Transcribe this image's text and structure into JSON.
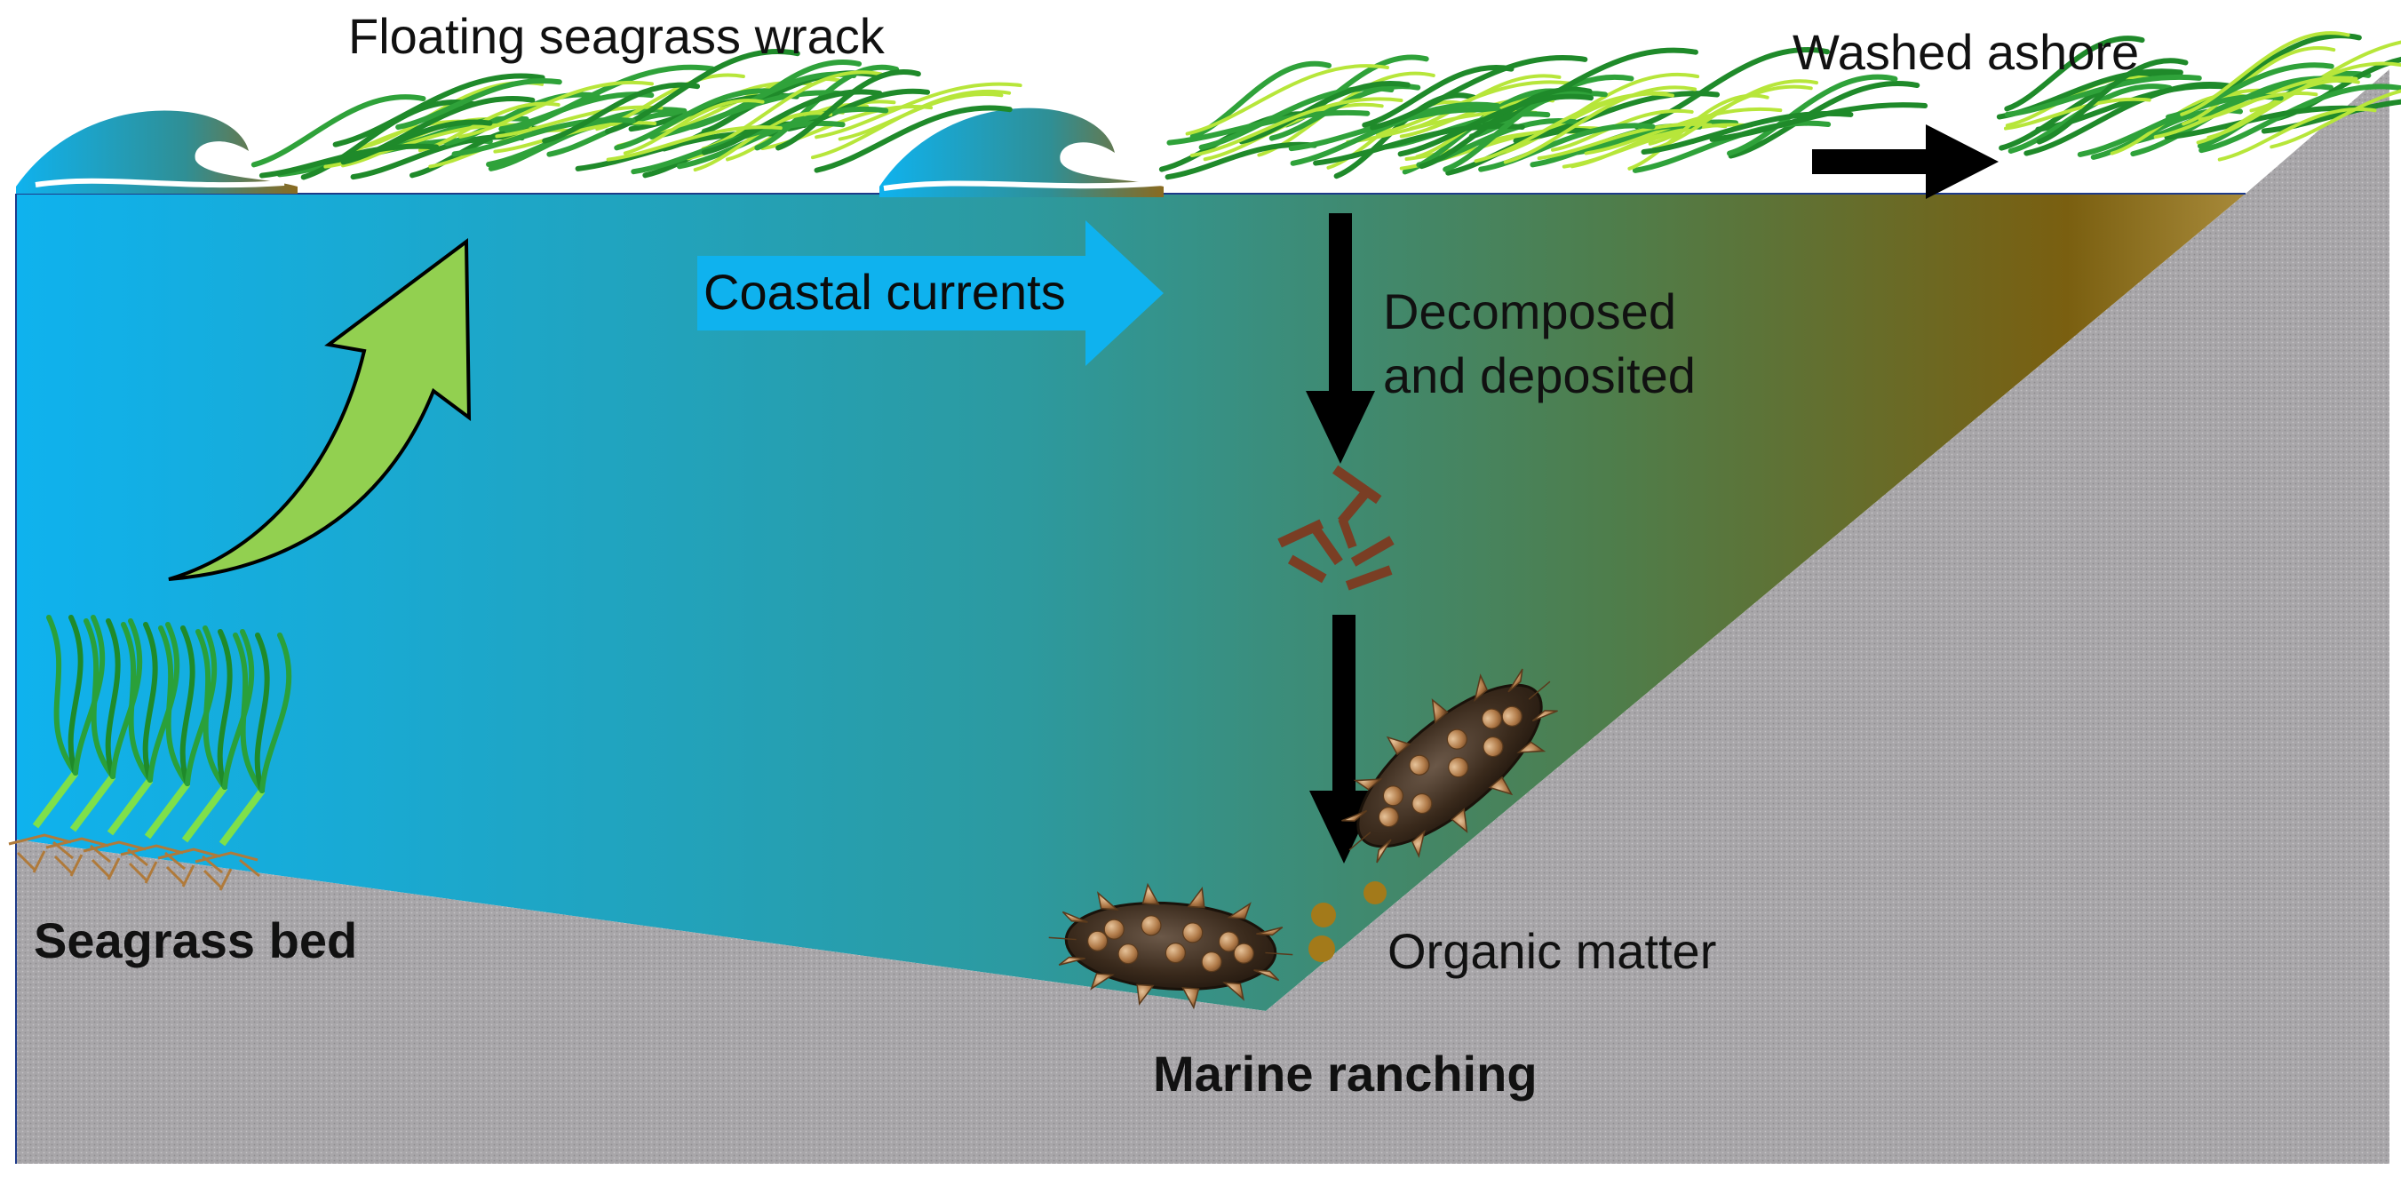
{
  "labels": {
    "floating_wrack": "Floating seagrass wrack",
    "washed_ashore": "Washed ashore",
    "coastal_currents": "Coastal currents",
    "decomposed_line1": "Decomposed",
    "decomposed_line2": "and deposited",
    "seagrass_bed": "Seagrass bed",
    "organic_matter": "Organic matter",
    "marine_ranching": "Marine ranching"
  },
  "colors": {
    "water_left": "#0fb2ee",
    "water_mid": "#2e8f8a",
    "water_right": "#7a5f10",
    "seabed": "#a9a7aa",
    "seagrass_dark": "#1f8a2a",
    "seagrass_light": "#b7e63a",
    "growth_arrow": "#92d050",
    "current_arrow": "#0fb2ee",
    "flow_arrow": "#000000",
    "sea_cucumber": "#3a2a1c",
    "sediment": "#7a3e24"
  },
  "icons": {
    "growth": "curved-up-arrow-icon",
    "current": "right-arrow-icon",
    "deposit": "down-arrow-icon",
    "ashore": "right-arrow-icon",
    "wave": "wave-icon",
    "sea_cucumber": "sea-cucumber-icon"
  }
}
